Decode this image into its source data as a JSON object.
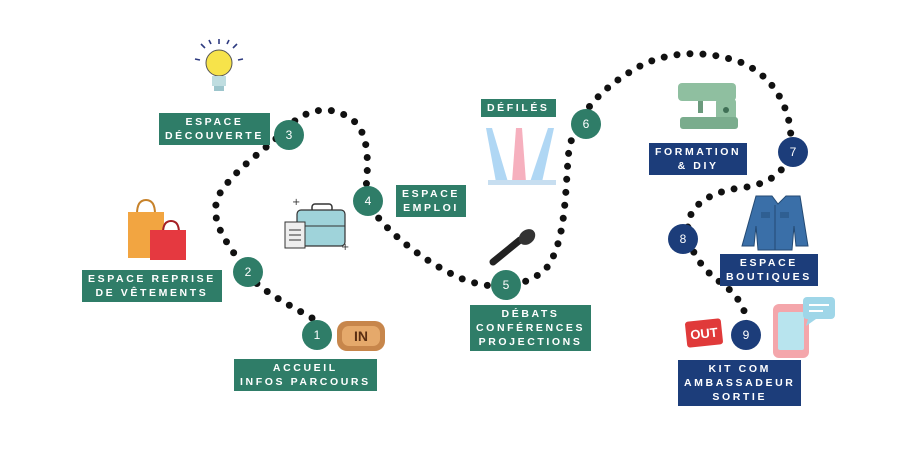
{
  "stations": [
    {
      "number": "1",
      "lines": [
        "ACCUEIL",
        "INFOS PARCOURS"
      ]
    },
    {
      "number": "2",
      "lines": [
        "ESPACE REPRISE",
        "DE VÊTEMENTS"
      ]
    },
    {
      "number": "3",
      "lines": [
        "ESPACE",
        "DÉCOUVERTE"
      ]
    },
    {
      "number": "4",
      "lines": [
        "ESPACE",
        "EMPLOI"
      ]
    },
    {
      "number": "5",
      "lines": [
        "DÉBATS",
        "CONFÉRENCES",
        "PROJECTIONS"
      ]
    },
    {
      "number": "6",
      "lines": [
        "DÉFILÉS"
      ]
    },
    {
      "number": "7",
      "lines": [
        "FORMATION",
        "& DIY"
      ]
    },
    {
      "number": "8",
      "lines": [
        "ESPACE",
        "BOUTIQUES"
      ]
    },
    {
      "number": "9",
      "lines": [
        "KIT COM",
        "AMBASSADEUR",
        "SORTIE"
      ]
    }
  ],
  "badges": {
    "in_badge": "IN",
    "out_badge": "OUT"
  },
  "colors": {
    "green": "#2f7d68",
    "blue": "#1c3d7a",
    "dots": "#111111"
  },
  "icons": [
    "in-badge-icon",
    "shopping-bags-icon",
    "lightbulb-icon",
    "briefcase-icon",
    "microphone-icon",
    "spotlights-icon",
    "sewing-machine-icon",
    "denim-jacket-icon",
    "out-badge-icon",
    "phone-chat-icon"
  ]
}
